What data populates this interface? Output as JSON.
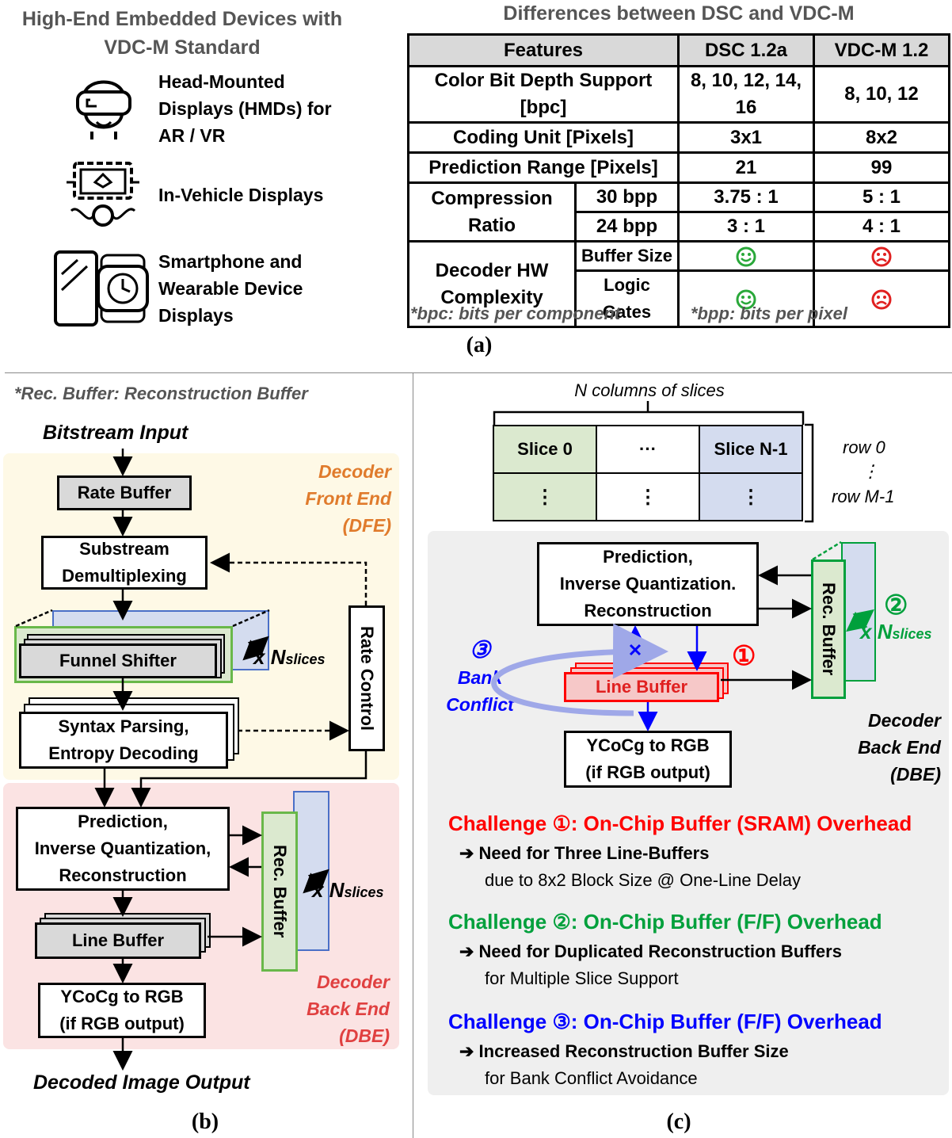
{
  "panel_a": {
    "devices_title": "High-End Embedded Devices with VDC-M Standard",
    "devices": [
      {
        "icon": "vr-headset-icon",
        "label": "Head-Mounted Displays (HMDs) for AR / VR"
      },
      {
        "icon": "vehicle-display-icon",
        "label": "In-Vehicle Displays"
      },
      {
        "icon": "smartphone-watch-icon",
        "label": "Smartphone and Wearable Device Displays"
      }
    ],
    "table_title": "Differences between DSC and VDC-M",
    "table": {
      "header": [
        "Features",
        "DSC 1.2a",
        "VDC-M 1.2"
      ],
      "color_bit_depth": {
        "label": "Color Bit Depth Support [bpc]",
        "dsc": "8, 10, 12, 14, 16",
        "vdcm": "8, 10, 12"
      },
      "coding_unit": {
        "label": "Coding Unit [Pixels]",
        "dsc": "3x1",
        "vdcm": "8x2"
      },
      "prediction_range": {
        "label": "Prediction Range [Pixels]",
        "dsc": "21",
        "vdcm": "99"
      },
      "compression_ratio": {
        "label": "Compression Ratio",
        "rows": [
          {
            "sub": "30 bpp",
            "dsc": "3.75 : 1",
            "vdcm": "5 : 1"
          },
          {
            "sub": "24 bpp",
            "dsc": "3 : 1",
            "vdcm": "4 : 1"
          }
        ]
      },
      "decoder_hw": {
        "label": "Decoder HW Complexity",
        "rows": [
          {
            "sub": "Buffer Size",
            "dsc": "good",
            "vdcm": "bad"
          },
          {
            "sub": "Logic Gates",
            "dsc": "good",
            "vdcm": "bad"
          }
        ]
      }
    },
    "footnote_bpc": "*bpc: bits per component",
    "footnote_bpp": "*bpp: bits per pixel",
    "caption": "(a)"
  },
  "panel_b": {
    "note": "*Rec. Buffer: Reconstruction Buffer",
    "input": "Bitstream Input",
    "dfe_label": [
      "Decoder",
      "Front End",
      "(DFE)"
    ],
    "rate_buffer": "Rate Buffer",
    "substream": [
      "Substream",
      "Demultiplexing"
    ],
    "funnel": "Funnel Shifter",
    "syntax": [
      "Syntax Parsing,",
      "Entropy Decoding"
    ],
    "rate_control": "Rate Control",
    "nslices_x": "x",
    "nslices_n": "N",
    "nslices_sub": "slices",
    "prediction": [
      "Prediction,",
      "Inverse Quantization,",
      "Reconstruction"
    ],
    "rec_buffer": "Rec. Buffer",
    "line_buffer": "Line Buffer",
    "ycocg": [
      "YCoCg to RGB",
      "(if RGB output)"
    ],
    "dbe_label": [
      "Decoder",
      "Back End",
      "(DBE)"
    ],
    "output": "Decoded Image Output",
    "caption": "(b)"
  },
  "panel_c": {
    "columns_label": "N columns of slices",
    "slice0": "Slice 0",
    "ellipsis_h": "···",
    "sliceN": "Slice N-1",
    "vdots": "⋮",
    "row0": "row 0",
    "rowM": "row M-1",
    "prediction": [
      "Prediction,",
      "Inverse Quantization.",
      "Reconstruction"
    ],
    "rec_buffer": "Rec. Buffer",
    "nslices_x": "x",
    "nslices_n": "N",
    "nslices_sub": "slices",
    "line_buffer": "Line Buffer",
    "ycocg": [
      "YCoCg to RGB",
      "(if RGB output)"
    ],
    "bank_conflict": [
      "Bank",
      "Conflict"
    ],
    "num1": "①",
    "num2": "②",
    "num3": "③",
    "dbe_label": [
      "Decoder",
      "Back End",
      "(DBE)"
    ],
    "challenges": [
      {
        "title": "Challenge ①: On-Chip Buffer (SRAM) Overhead",
        "color": "#ff0000",
        "line1": "➔ Need for Three Line-Buffers",
        "line2": "due to 8x2 Block Size @ One-Line Delay"
      },
      {
        "title": "Challenge ②: On-Chip Buffer (F/F) Overhead",
        "color": "#00a03c",
        "line1": "➔ Need for Duplicated Reconstruction Buffers",
        "line2": "for Multiple Slice Support"
      },
      {
        "title": "Challenge ③: On-Chip Buffer (F/F) Overhead",
        "color": "#0000ff",
        "line1": "➔ Increased Reconstruction Buffer Size",
        "line2": "for Bank Conflict Avoidance"
      }
    ],
    "caption": "(c)"
  }
}
